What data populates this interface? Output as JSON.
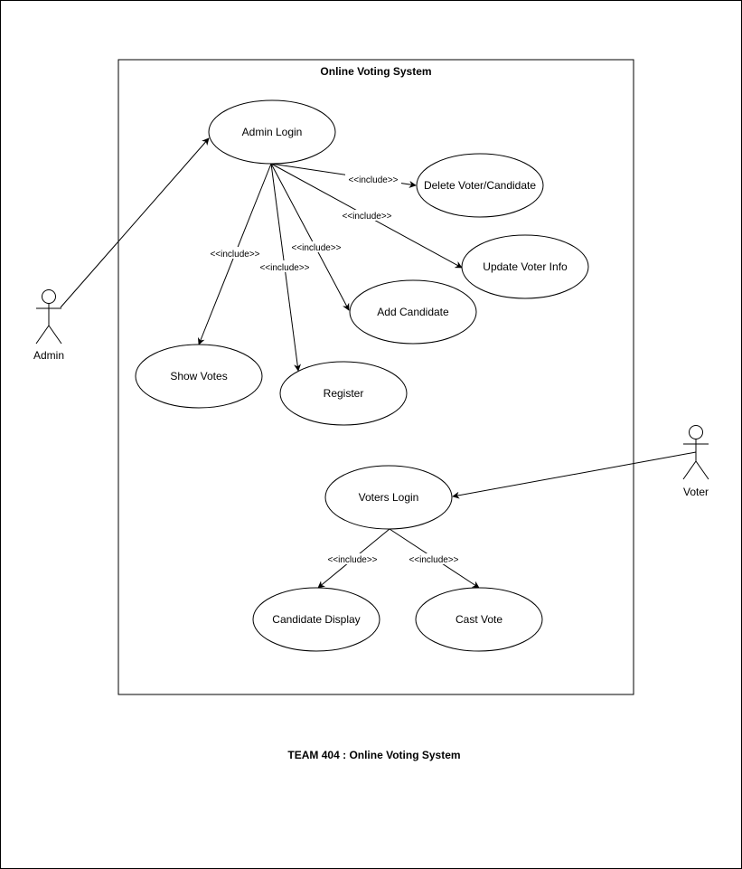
{
  "diagram": {
    "system_title": "Online Voting System",
    "footer_title": "TEAM 404 : Online Voting System",
    "actors": {
      "admin": "Admin",
      "voter": "Voter"
    },
    "use_cases": {
      "admin_login": "Admin Login",
      "delete_voter_candidate": "Delete Voter/Candidate",
      "update_voter_info": "Update Voter Info",
      "add_candidate": "Add Candidate",
      "show_votes": "Show Votes",
      "register": "Register",
      "voters_login": "Voters Login",
      "candidate_display": "Candidate Display",
      "cast_vote": "Cast Vote"
    },
    "include_label": "<<include>>"
  }
}
